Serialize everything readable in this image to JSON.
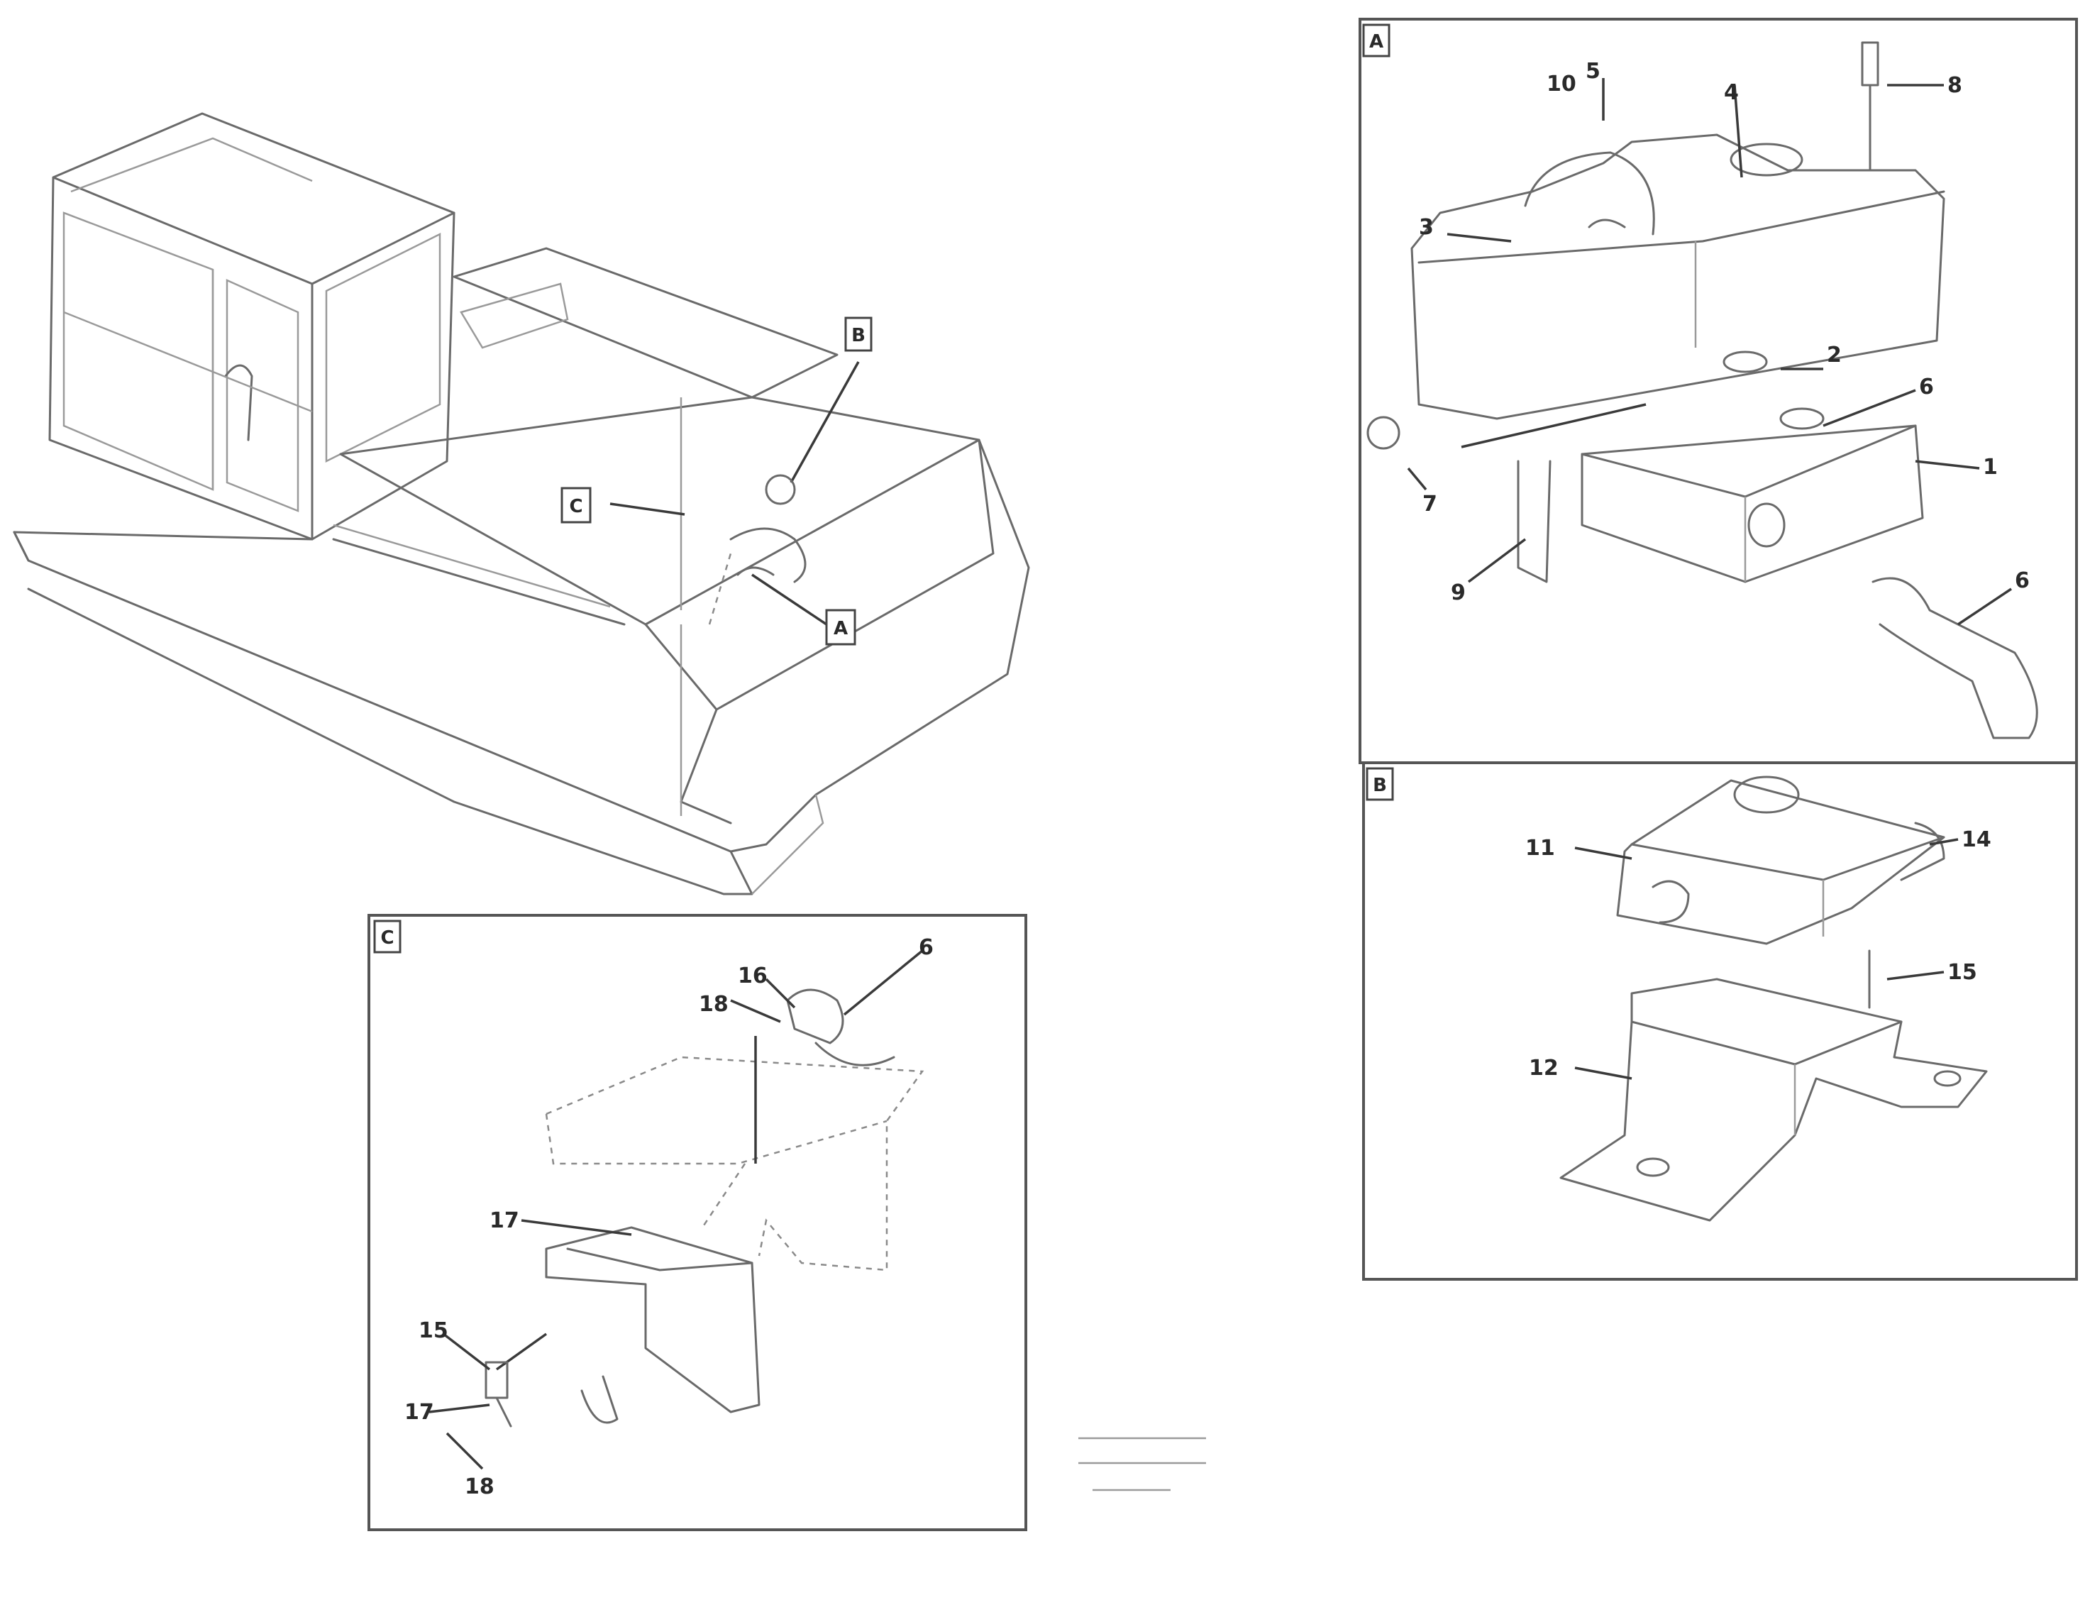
{
  "main_view": {
    "detail_tags": [
      "B",
      "C",
      "A"
    ]
  },
  "panel_a": {
    "tag": "A",
    "callouts": [
      "10",
      "5",
      "4",
      "8",
      "3",
      "2",
      "6",
      "1",
      "7",
      "9",
      "6"
    ]
  },
  "panel_b": {
    "tag": "B",
    "callouts": [
      "11",
      "14",
      "15",
      "12"
    ]
  },
  "panel_c": {
    "tag": "C",
    "callouts": [
      "16",
      "6",
      "18",
      "17",
      "15",
      "17",
      "18"
    ]
  },
  "drawing_reference": {
    "line1": "",
    "line2": "",
    "line3": ""
  }
}
